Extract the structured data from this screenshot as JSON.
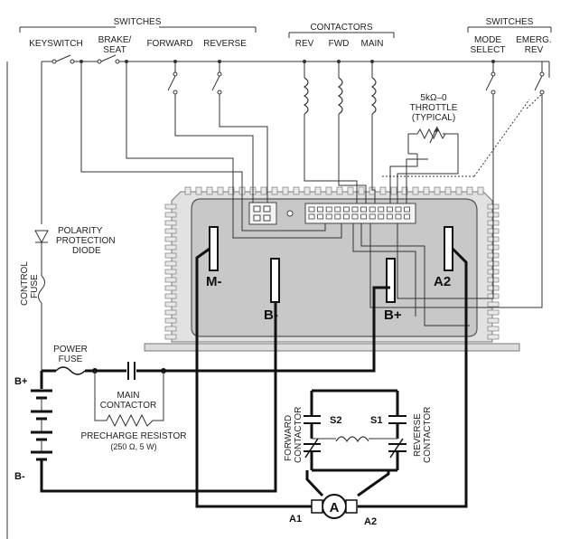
{
  "labels": {
    "switches_left": "SWITCHES",
    "keyswitch": "KEYSWITCH",
    "brake": "BRAKE/",
    "seat": "SEAT",
    "forward": "FORWARD",
    "reverse": "REVERSE",
    "contactors": "CONTACTORS",
    "rev": "REV",
    "fwd": "FWD",
    "main": "MAIN",
    "switches_right": "SWITCHES",
    "mode": "MODE",
    "select": "SELECT",
    "emerg": "EMERG.",
    "emerg_rev": "REV",
    "throttle_range": "5kΩ–0",
    "throttle": "THROTTLE",
    "typical": "(TYPICAL)",
    "polarity1": "POLARITY",
    "polarity2": "PROTECTION",
    "polarity3": "DIODE",
    "control_fuse": "CONTROL",
    "control_fuse2": "FUSE",
    "power1": "POWER",
    "power2": "FUSE",
    "main_contactor1": "MAIN",
    "main_contactor2": "CONTACTOR",
    "precharge1": "PRECHARGE RESISTOR",
    "precharge2": "(250 Ω, 5 W)",
    "b_plus_batt": "B+",
    "b_minus_batt": "B-",
    "m_minus": "M-",
    "b_minus": "B-",
    "b_plus": "B+",
    "a2_term": "A2",
    "forward_contactor1": "FORWARD",
    "forward_contactor2": "CONTACTOR",
    "reverse_contactor1": "REVERSE",
    "reverse_contactor2": "CONTACTOR",
    "s2": "S2",
    "s1": "S1",
    "motor_a": "A",
    "a1": "A1",
    "a2": "A2"
  }
}
